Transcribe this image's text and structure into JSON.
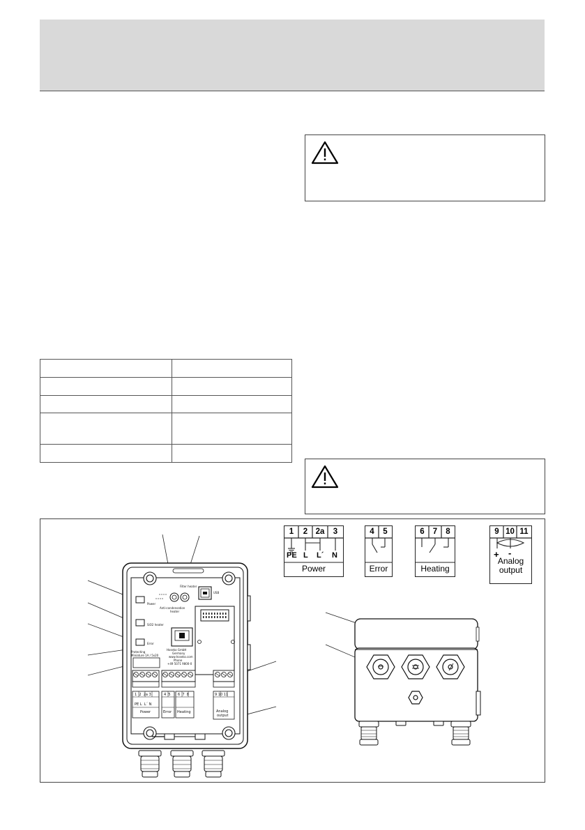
{
  "terminal_blocks": [
    {
      "id": "power",
      "numbers": [
        "1",
        "2",
        "2a",
        "3"
      ],
      "symbols": [
        "PE",
        "L",
        "L´",
        "N"
      ],
      "name": "Power"
    },
    {
      "id": "error",
      "numbers": [
        "4",
        "5"
      ],
      "name": "Error"
    },
    {
      "id": "heating",
      "numbers": [
        "6",
        "7",
        "8"
      ],
      "name": "Heating"
    },
    {
      "id": "analog",
      "numbers": [
        "9",
        "10",
        "11"
      ],
      "symbols": [
        "+",
        "-"
      ],
      "name_lines": [
        "Analog",
        "output"
      ]
    }
  ],
  "board": {
    "led_power": "Power",
    "led_sio2_heater": "SiO2 heater",
    "led_error": "Error",
    "fuse_line1": "Protecting",
    "fuse_line2": "Miniature 1A / 5x20",
    "filter_heater": "Filter heater",
    "anti_condensation_line1": "Anti-condensation",
    "anti_condensation_line2": "heater",
    "usb": "USB",
    "company_line1": "Hoseko GmbH",
    "company_line2": "Germany",
    "company_line3": "www.hoseko.com",
    "phone_label": "Phone",
    "phone": "+49 5071 9800-0"
  }
}
